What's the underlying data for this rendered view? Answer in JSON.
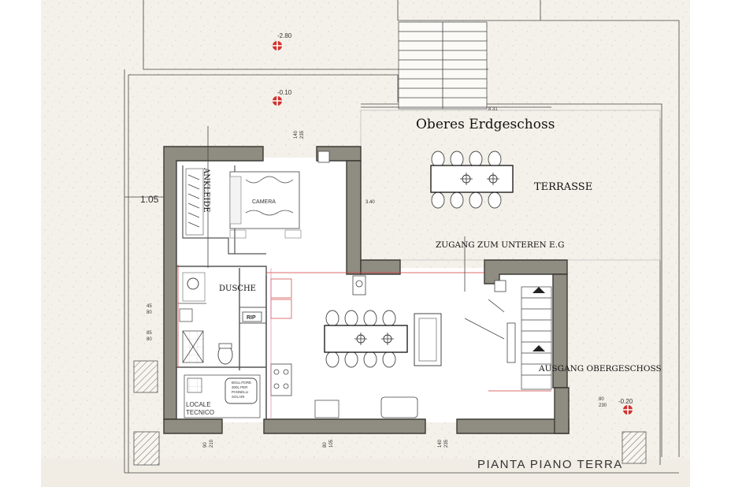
{
  "title": "Oberes Erdgeschoss",
  "plan_title": "PIANTA PIANO TERRA",
  "labels": {
    "terrasse": "TERRASSE",
    "zugang": "ZUGANG ZUM UNTEREN E.G",
    "ausgang": "AUSGANG OBERGESCHOSS",
    "dusche": "DUSCHE",
    "ankleide": "ANKLEIDE",
    "camera": "CAMERA",
    "locale_tecnico_1": "LOCALE",
    "locale_tecnico_2": "TECNICO",
    "rip": "RIP",
    "boiler_1": "BOLLITORE",
    "boiler_2": "300L PER",
    "boiler_3": "PANNELLI",
    "boiler_4": "SOLARI"
  },
  "elevations": {
    "top": "-2.80",
    "upper": "-0.10",
    "right": "-0.20"
  },
  "dimensions": {
    "left_width": "1.05",
    "terrace_width": "8.31",
    "terrace_depth": "3.40",
    "window_top_1": "140",
    "window_top_2": "235",
    "left_a_1": "45",
    "left_a_2": "80",
    "left_b_1": "85",
    "left_b_2": "80",
    "bottom_a_1": "90",
    "bottom_a_2": "210",
    "bottom_b_1": "80",
    "bottom_b_2": "105",
    "bottom_c_1": "140",
    "bottom_c_2": "235",
    "right_1": "80",
    "right_2": "230"
  }
}
